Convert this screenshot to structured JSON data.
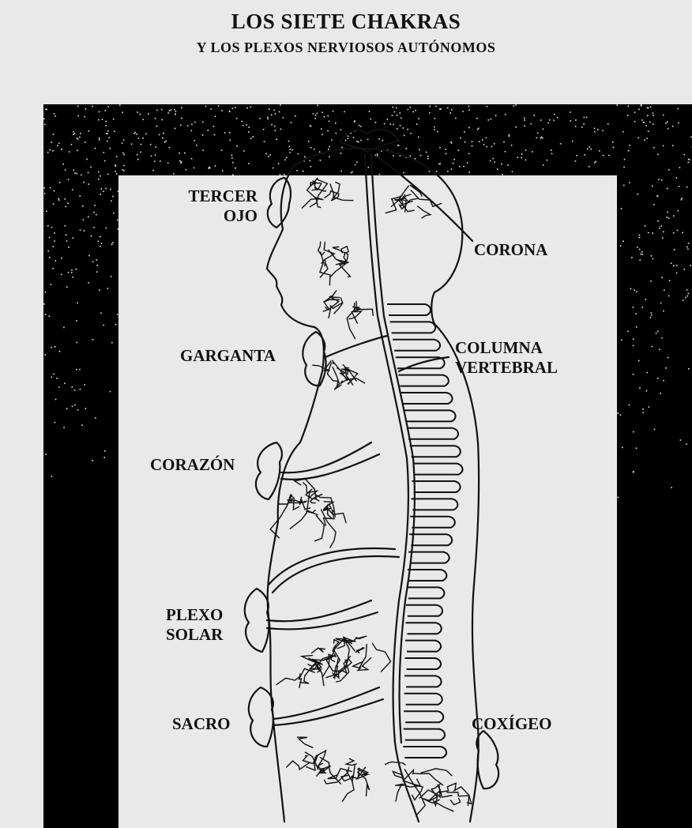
{
  "header": {
    "title": "LOS SIETE CHAKRAS",
    "subtitle": "Y LOS PLEXOS NERVIOSOS AUTÓNOMOS"
  },
  "labels": {
    "tercer_ojo": [
      "TERCER",
      "OJO"
    ],
    "corona": "CORONA",
    "garganta": "GARGANTA",
    "columna_vertebral": [
      "COLUMNA",
      "VERTEBRAL"
    ],
    "corazon": "CORAZÓN",
    "plexo_solar": [
      "PLEXO",
      "SOLAR"
    ],
    "sacro": "SACRO",
    "coxigeo": "COXÍGEO"
  }
}
